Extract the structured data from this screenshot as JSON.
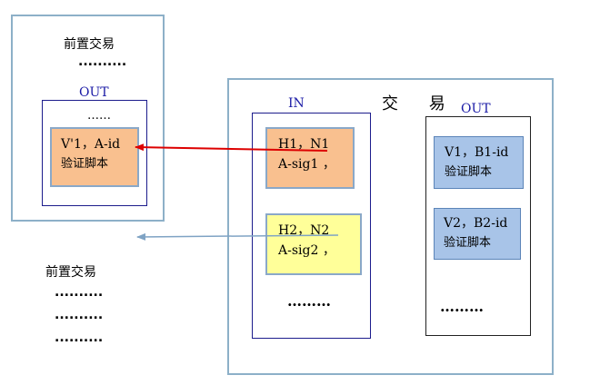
{
  "left_panel": {
    "title": "前置交易",
    "dots": "..........",
    "out_label": "OUT",
    "out_dots": "……",
    "cell_line1": "V'1，A-id",
    "cell_line2": "验证脚本"
  },
  "left_bottom": {
    "title": "前置交易",
    "dots": [
      "..........",
      "..........",
      ".........."
    ]
  },
  "right_panel": {
    "title": "交 易",
    "in_label": "IN",
    "in_cells": [
      {
        "line1": "H1，N1",
        "line2": "A-sig1 ，"
      },
      {
        "line1": "H2，N2",
        "line2": "A-sig2 ，"
      }
    ],
    "in_dots": "………",
    "out_label": "OUT",
    "out_cells": [
      {
        "line1": "V1，B1-id",
        "line2": "验证脚本"
      },
      {
        "line1": "V2，B2-id",
        "line2": "验证脚本"
      }
    ],
    "out_dots": "………"
  },
  "colors": {
    "panel_border": "#8db0c8",
    "inner_border": "#1c1c8c",
    "orange_fill": "#f9c08f",
    "orange_border": "#8aa8c8",
    "yellow_fill": "#ffff99",
    "blue_fill": "#a8c4e8",
    "blue_border": "#5b84b8",
    "red_arrow": "#dd0000",
    "blue_arrow": "#7fa3c4"
  }
}
